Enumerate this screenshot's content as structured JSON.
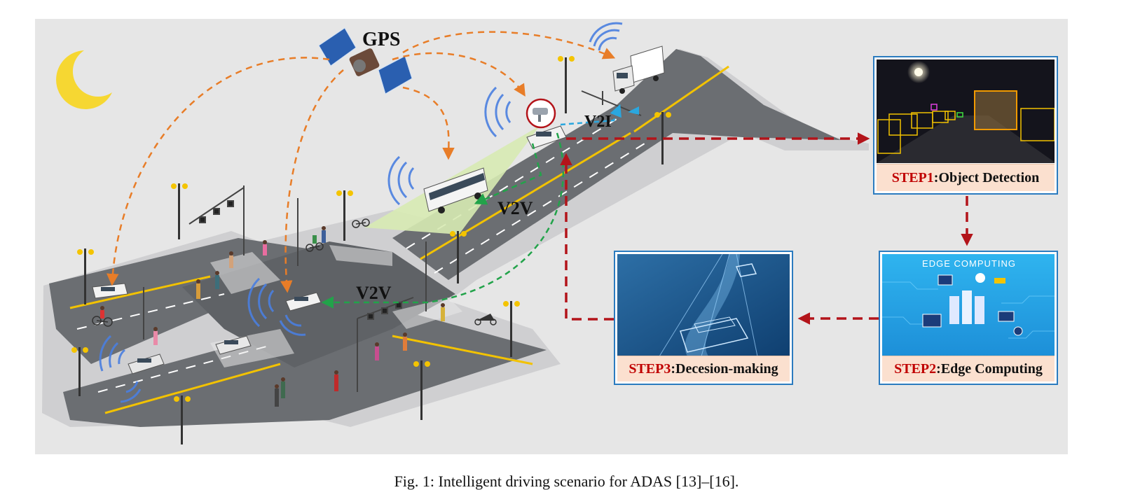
{
  "labels": {
    "gps": "GPS",
    "v2i": "V2I",
    "v2v_upper": "V2V",
    "v2v_lower": "V2V"
  },
  "steps": [
    {
      "step": "STEP1",
      "sep": ":",
      "text": "Object Detection"
    },
    {
      "step": "STEP2",
      "sep": ":",
      "text": "Edge Computing"
    },
    {
      "step": "STEP3",
      "sep": ":",
      "text": "Decesion-making"
    }
  ],
  "edge_banner": "EDGE COMPUTING",
  "caption": "Fig. 1: Intelligent driving scenario for ADAS [13]–[16].",
  "colors": {
    "background": "#e6e6e6",
    "road": "#6b6e72",
    "gps_link": "#e87d28",
    "v2v_link": "#22a34a",
    "v2i_link": "#2aa7df",
    "pipeline": "#b3141a",
    "step_highlight": "#c00000",
    "panel_border": "#2b7bbf",
    "caption_fill": "#fbe0cf"
  }
}
